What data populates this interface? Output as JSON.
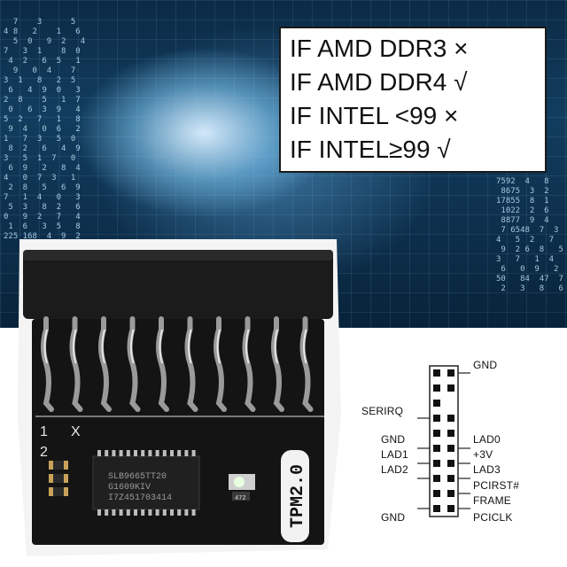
{
  "info_box": {
    "lines": [
      "IF AMD DDR3 ×",
      "IF AMD DDR4 √",
      "IF INTEL <99 ×",
      "IF INTEL≥99 √"
    ]
  },
  "board": {
    "chip_lines": [
      "SLB9665TT20",
      "G1609KIV",
      "I7Z451703414"
    ],
    "module_label": "TPM2.0",
    "pin1_mark": "1",
    "pinx_mark": "X",
    "pin2_mark": "2",
    "led_label": "472"
  },
  "pin_diagram": {
    "left_labels": [
      "SERIRQ",
      "GND",
      "LAD1",
      "LAD2",
      "GND"
    ],
    "right_labels": [
      "GND",
      "LAD0",
      "+3V",
      "LAD3",
      "PCIRST#",
      "FRAME",
      "PCICLK"
    ]
  },
  "colors": {
    "board": "#141414",
    "gold": "#c9a25a",
    "pin_metal": "#9a9a9a",
    "background_blue": "#123d5e"
  }
}
